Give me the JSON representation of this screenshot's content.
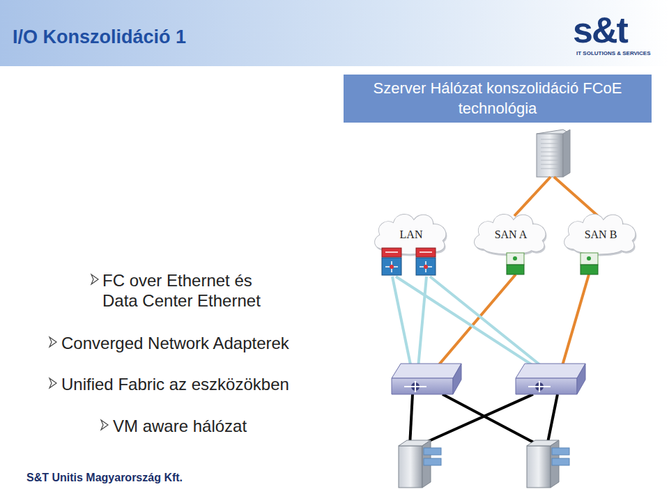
{
  "diagram": {
    "title": "I/O Konszolidáció 1",
    "nodes": [
      {
        "text": [
          "Szerver Hálózat konszolidáció FCoE technológia"
        ]
      },
      {
        "text": [
          "LAN"
        ]
      },
      {
        "text": [
          "SAN A"
        ]
      },
      {
        "text": [
          "SAN B"
        ]
      }
    ],
    "labels": [
      "s&t",
      "IT SOLUTIONS & SERVICES",
      "FC over Ethernet és Data Center Ethernet",
      "Converged Network Adapterek",
      "Unified Fabric az eszközökben",
      "VM aware hálózat",
      "S&T Unitis Magyarország Kft."
    ]
  }
}
